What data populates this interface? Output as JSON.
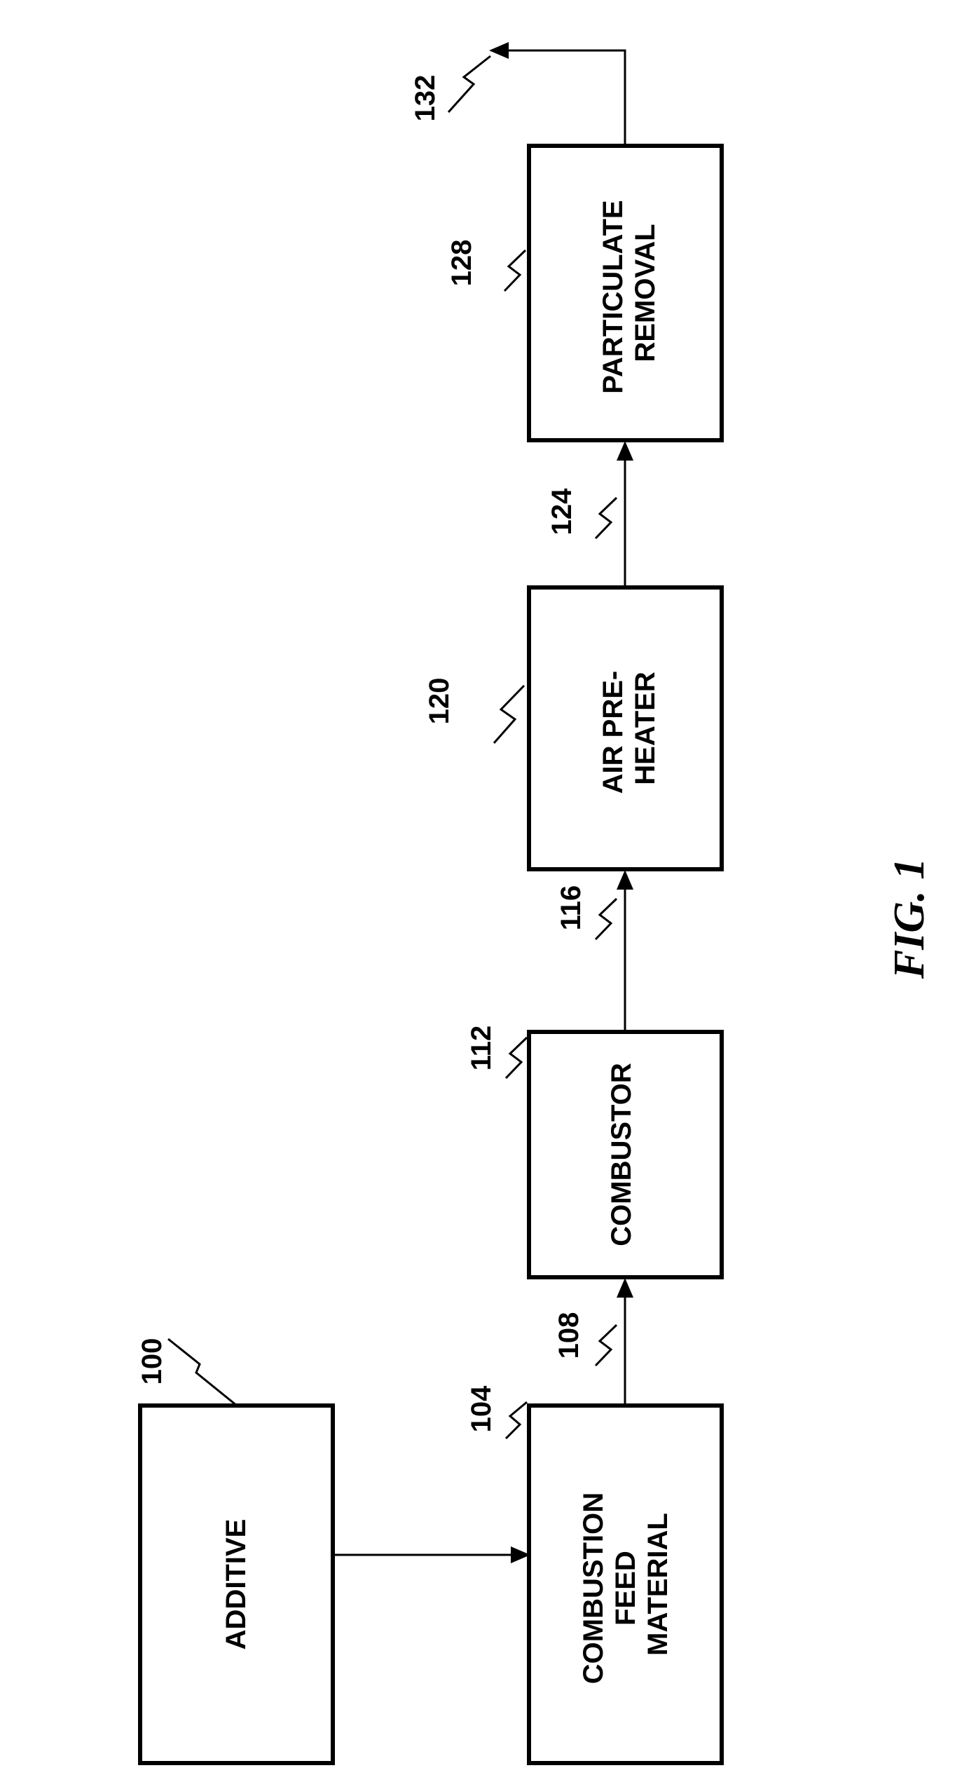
{
  "figure": {
    "caption": "FIG. 1"
  },
  "blocks": {
    "additive": {
      "lines": [
        "ADDITIVE"
      ],
      "ref": "100"
    },
    "feed": {
      "lines": [
        "COMBUSTION",
        "FEED",
        "MATERIAL"
      ],
      "ref": "104"
    },
    "combustor": {
      "lines": [
        "COMBUSTOR"
      ],
      "ref": "112"
    },
    "preheater": {
      "lines": [
        "AIR PRE-",
        "HEATER"
      ],
      "ref": "120"
    },
    "removal": {
      "lines": [
        "PARTICULATE",
        "REMOVAL"
      ],
      "ref": "128"
    }
  },
  "streams": {
    "feed_to_combustor": "108",
    "combustor_to_preheater": "116",
    "preheater_to_removal": "124",
    "exit": "132"
  }
}
